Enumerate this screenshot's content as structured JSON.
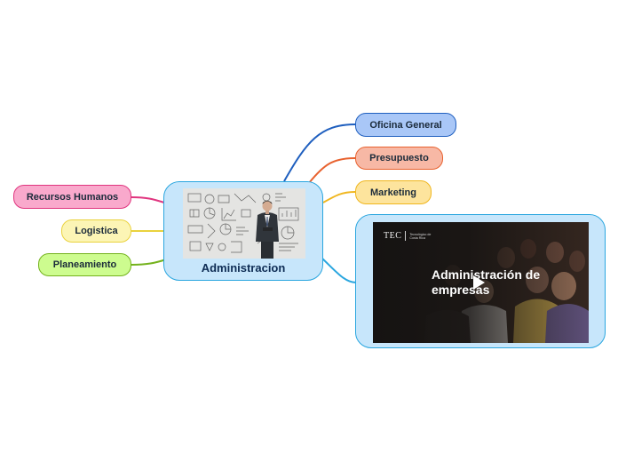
{
  "central": {
    "title": "Administracion",
    "image": "business-sketch-photo"
  },
  "topics": {
    "oficina": "Oficina General",
    "presupuesto": "Presupuesto",
    "marketing": "Marketing",
    "recursos": "Recursos Humanos",
    "logistica": "Logistica",
    "planeamiento": "Planeamiento"
  },
  "video": {
    "logo_mark": "TEC",
    "logo_text": "Tecnológico de Costa Rica",
    "title": "Administración de empresas",
    "play_icon": "play-icon"
  },
  "colors": {
    "oficina": "#1f5fbf",
    "presupuesto": "#e8622f",
    "marketing": "#f0b61e",
    "recursos": "#e0357f",
    "logistica": "#ead23e",
    "planeamiento": "#74b21d",
    "video": "#2aa6df",
    "central_fill": "#c7e6fb"
  }
}
